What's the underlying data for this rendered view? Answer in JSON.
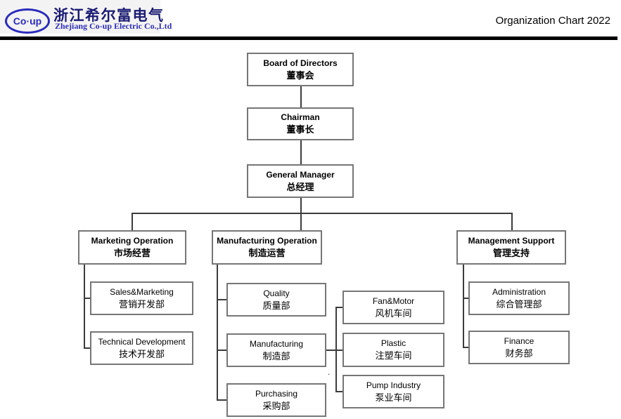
{
  "header": {
    "logo_oval_text": "Co·up",
    "company_name_cn": "浙江希尔富电气",
    "company_name_en": "Zhejiang Co-up Electric Co.,Ltd",
    "page_title": "Organization Chart 2022"
  },
  "colors": {
    "logo_blue": "#2b2bbd",
    "logo_navy": "#1b1b74",
    "divider": "#000000",
    "box_border": "#767676",
    "connector": "#3c3c3c"
  },
  "nodes": {
    "board": {
      "en": "Board of Directors",
      "cn": "董事会"
    },
    "chairman": {
      "en": "Chairman",
      "cn": "董事长"
    },
    "gm": {
      "en": "General Manager",
      "cn": "总经理"
    },
    "mkt": {
      "en": "Marketing Operation",
      "cn": "市场经营"
    },
    "mfgop": {
      "en": "Manufacturing Operation",
      "cn": "制造运营"
    },
    "mgmt": {
      "en": "Management Support",
      "cn": "管理支持"
    },
    "sales": {
      "en": "Sales&Marketing",
      "cn": "营销开发部"
    },
    "tech": {
      "en": "Technical Development",
      "cn": "技术开发部"
    },
    "quality": {
      "en": "Quality",
      "cn": "质量部"
    },
    "manuf": {
      "en": "Manufacturing",
      "cn": "制造部"
    },
    "purch": {
      "en": "Purchasing",
      "cn": "采购部"
    },
    "fan": {
      "en": "Fan&Motor",
      "cn": "风机车间"
    },
    "plastic": {
      "en": "Plastic",
      "cn": "注塑车间"
    },
    "pump": {
      "en": "Pump Industry",
      "cn": "泵业车间"
    },
    "admin": {
      "en": "Administration",
      "cn": "综合管理部"
    },
    "finance": {
      "en": "Finance",
      "cn": "财务部"
    }
  },
  "artifacts": {
    "stray_mark": "."
  }
}
